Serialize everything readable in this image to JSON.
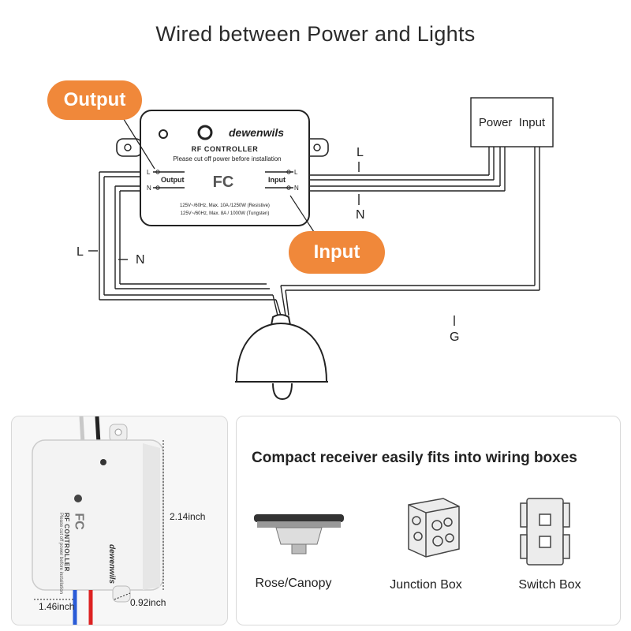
{
  "title": "Wired between Power and Lights",
  "controller": {
    "brand": "dewenwils",
    "name": "RF CONTROLLER",
    "warning": "Please cut off power before installation",
    "output_label": "Output",
    "input_label": "Input",
    "fcc": "FC",
    "terminal_l": "L",
    "terminal_n": "N",
    "spec_line1": "125V~/60Hz, Max. 10A /1250W (Resistive)",
    "spec_line2": "125V~/60Hz, Max. 8A / 1000W (Tungsten)"
  },
  "callouts": {
    "output": "Output",
    "input": "Input"
  },
  "power_input": "Power  Input",
  "wires": {
    "l_right": "L",
    "n_right": "N",
    "l_left": "L",
    "n_left": "N",
    "g": "G"
  },
  "dimensions": {
    "height": "2.14inch",
    "width": "1.46inch",
    "depth": "0.92inch"
  },
  "receiver_text": {
    "name": "RF CONTROLLER",
    "warning": "Please cut off power before installation",
    "brand": "dewenwils",
    "fcc": "FC"
  },
  "fit": {
    "headline": "Compact receiver easily fits into wiring boxes",
    "items": [
      "Rose/Canopy",
      "Junction Box",
      "Switch Box"
    ]
  }
}
